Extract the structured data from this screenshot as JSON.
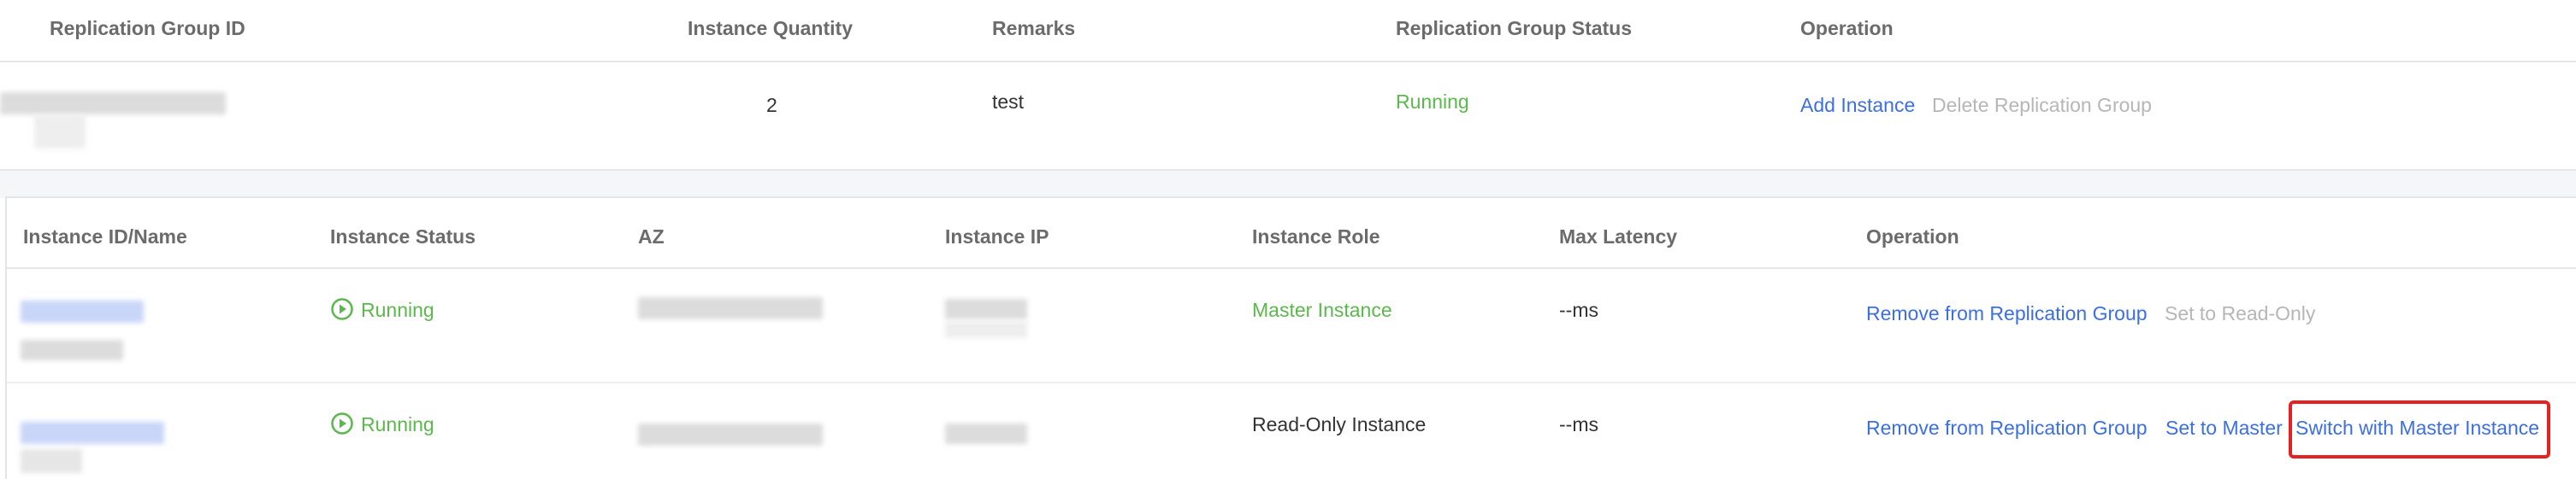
{
  "group_table": {
    "headers": {
      "group_id": "Replication Group ID",
      "quantity": "Instance Quantity",
      "remarks": "Remarks",
      "status": "Replication Group Status",
      "operation": "Operation"
    },
    "row": {
      "quantity": "2",
      "remarks": "test",
      "status": "Running",
      "actions": {
        "add": "Add Instance",
        "delete": "Delete Replication Group"
      }
    }
  },
  "instance_table": {
    "headers": {
      "id_name": "Instance ID/Name",
      "status": "Instance Status",
      "az": "AZ",
      "ip": "Instance IP",
      "role": "Instance Role",
      "latency": "Max Latency",
      "operation": "Operation"
    },
    "rows": [
      {
        "status": "Running",
        "role": "Master Instance",
        "latency": "--ms",
        "actions": {
          "remove": "Remove from Replication Group",
          "set_readonly": "Set to Read-Only"
        }
      },
      {
        "status": "Running",
        "role": "Read-Only Instance",
        "latency": "--ms",
        "actions": {
          "remove": "Remove from Replication Group",
          "set_master": "Set to Master",
          "switch": "Switch with Master Instance"
        }
      }
    ]
  },
  "colors": {
    "running": "#5bb84c",
    "link": "#3b6fe6",
    "disabled": "#b6b6b6",
    "highlight": "#e52222"
  },
  "icons": {
    "status": "play-circle-icon"
  }
}
